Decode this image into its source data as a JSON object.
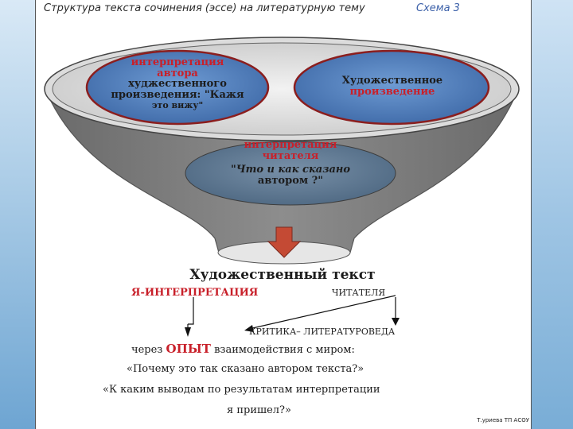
{
  "header": {
    "title": "Структура текста сочинения (эссе) на литературную тему",
    "scheme": "Схема 3"
  },
  "funnel": {
    "left_ellipse": {
      "red_lines": [
        "интерпретация",
        "автора"
      ],
      "dark_lines": [
        "худжественного",
        "произведения: \"Кажя",
        "это вижу\""
      ]
    },
    "right_ellipse": {
      "dark_line": "Художественное",
      "red_line": "произведение"
    },
    "bottom_ellipse": {
      "red_lines": [
        "интерпретация",
        "читателя"
      ],
      "dark_lines": [
        "\"Что и как сказано",
        "автором ?\""
      ]
    }
  },
  "text_block": {
    "heading": "Художественный текст",
    "ya_interp": "Я-ИНТЕРПРЕТАЦИЯ",
    "reader": "ЧИТАТЕЛЯ",
    "critic": "КРИТИКА– ЛИТЕРАТУРОВЕДА",
    "line1_prefix": "через",
    "line1_highlight": "ОПЫТ",
    "line1_suffix": "взаимодействия с миром:",
    "line2": "«Почему это так сказано автором текста?»",
    "line3": "«К каким выводам по результатам интерпретации",
    "line4": "я пришел?»",
    "credit": "Т.уриева ТП АСОУ"
  },
  "colors": {
    "funnel_fill": "#7a7a7a",
    "ellipse_blue": "#4f7fbf",
    "ellipse_slate": "#5c7893",
    "ellipse_border": "#8b1e1e",
    "accent_red": "#c8202a",
    "arrow_fill": "#c44a34"
  }
}
